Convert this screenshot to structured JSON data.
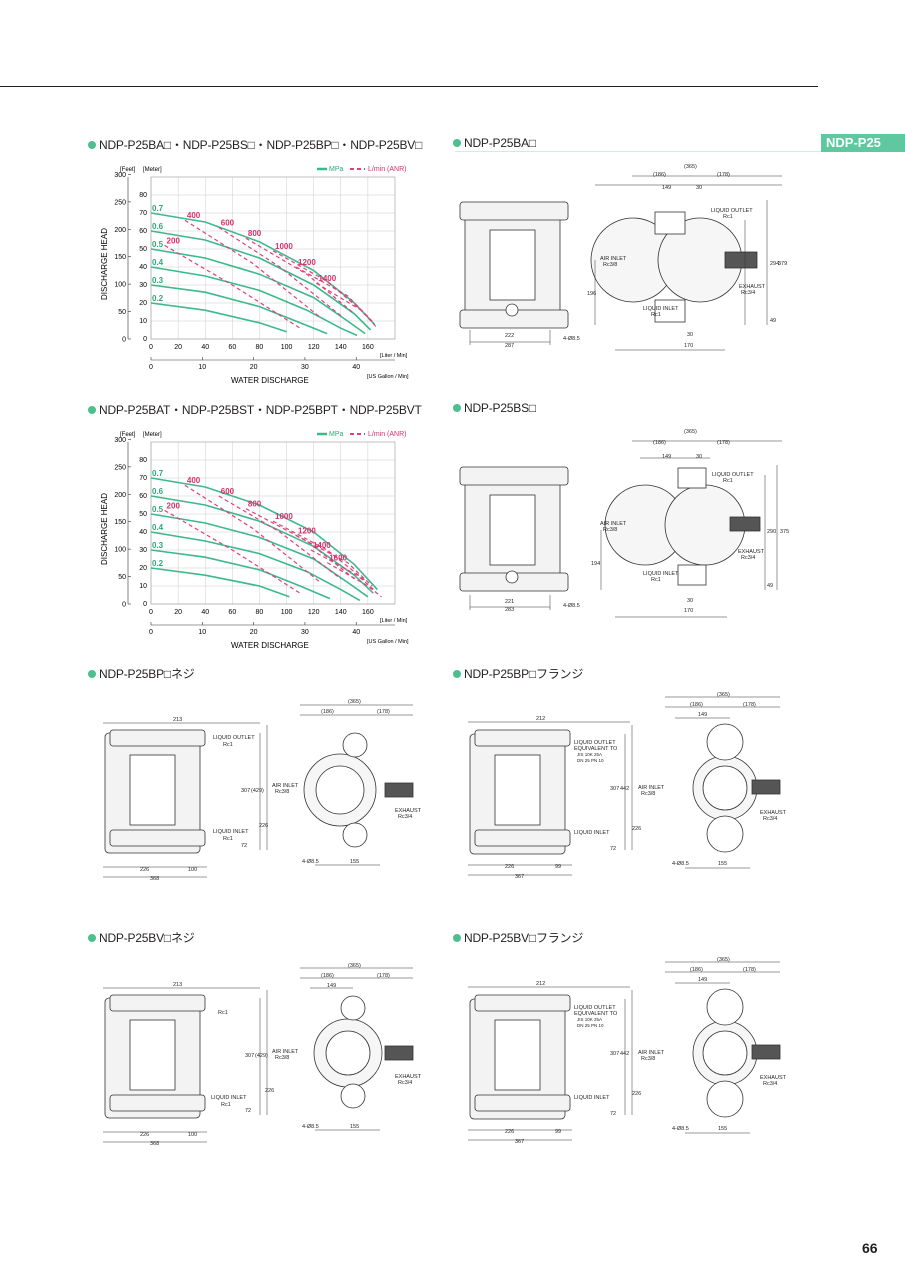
{
  "header": {
    "tab_label": "NDP-P25"
  },
  "sections": {
    "s1": "NDP-P25BA□・NDP-P25BS□・NDP-P25BP□・NDP-P25BV□",
    "s2": "NDP-P25BA□",
    "s3": "NDP-P25BAT・NDP-P25BST・NDP-P25BPT・NDP-P25BVT",
    "s4": "NDP-P25BS□",
    "s5": "NDP-P25BP□ネジ",
    "s6": "NDP-P25BP□フランジ",
    "s7": "NDP-P25BV□ネジ",
    "s8": "NDP-P25BV□フランジ"
  },
  "legend": {
    "mpa": "MPa",
    "lmin": "L/min (ANR)"
  },
  "axes": {
    "feet": "[Feet]",
    "meter": "[Meter]",
    "ylabel": "DISCHARGE HEAD",
    "xlabel": "WATER DISCHARGE",
    "lpm_unit": "[Liter / Min]",
    "gpm_unit": "[US Gallon / Min]"
  },
  "colors": {
    "mpa_line": "#3cb98a",
    "air_line": "#e0407a",
    "mpa_text": "#2fa878",
    "air_text": "#d8306e"
  },
  "chart_data": [
    {
      "type": "line",
      "feet_ticks": [
        0,
        50,
        100,
        150,
        200,
        250,
        300
      ],
      "meter_ticks": [
        0,
        10,
        20,
        30,
        40,
        50,
        60,
        70,
        80
      ],
      "lpm_ticks": [
        0,
        20,
        40,
        60,
        80,
        100,
        120,
        140,
        160
      ],
      "gpm_ticks": [
        0,
        10,
        20,
        30,
        40
      ],
      "xlim": [
        0,
        180
      ],
      "ylim": [
        0,
        90
      ],
      "mpa_series": [
        {
          "name": "0.7",
          "x": [
            0,
            40,
            80,
            120,
            150,
            165
          ],
          "y": [
            70,
            65,
            54,
            38,
            20,
            8
          ]
        },
        {
          "name": "0.6",
          "x": [
            0,
            40,
            80,
            120,
            150,
            162
          ],
          "y": [
            60,
            55,
            45,
            30,
            14,
            5
          ]
        },
        {
          "name": "0.5",
          "x": [
            0,
            40,
            80,
            120,
            145,
            158
          ],
          "y": [
            50,
            45,
            36,
            23,
            10,
            3
          ]
        },
        {
          "name": "0.4",
          "x": [
            0,
            40,
            80,
            115,
            140,
            152
          ],
          "y": [
            40,
            35,
            27,
            16,
            6,
            2
          ]
        },
        {
          "name": "0.3",
          "x": [
            0,
            40,
            80,
            110,
            130
          ],
          "y": [
            30,
            26,
            18,
            9,
            3
          ]
        },
        {
          "name": "0.2",
          "x": [
            0,
            40,
            80,
            100
          ],
          "y": [
            20,
            16,
            9,
            4
          ]
        }
      ],
      "air_series": [
        {
          "name": "200",
          "x": [
            10,
            60,
            110
          ],
          "y": [
            52,
            30,
            6
          ]
        },
        {
          "name": "400",
          "x": [
            25,
            75,
            125
          ],
          "y": [
            66,
            42,
            12
          ]
        },
        {
          "name": "600",
          "x": [
            50,
            95,
            140
          ],
          "y": [
            62,
            40,
            13
          ]
        },
        {
          "name": "800",
          "x": [
            70,
            115,
            150
          ],
          "y": [
            56,
            36,
            14
          ]
        },
        {
          "name": "1000",
          "x": [
            90,
            130,
            158
          ],
          "y": [
            49,
            32,
            14
          ]
        },
        {
          "name": "1200",
          "x": [
            107,
            145,
            163
          ],
          "y": [
            40,
            24,
            10
          ]
        },
        {
          "name": "1400",
          "x": [
            122,
            155,
            167
          ],
          "y": [
            31,
            16,
            6
          ]
        }
      ]
    },
    {
      "type": "line",
      "feet_ticks": [
        0,
        50,
        100,
        150,
        200,
        250,
        300
      ],
      "meter_ticks": [
        0,
        10,
        20,
        30,
        40,
        50,
        60,
        70,
        80
      ],
      "lpm_ticks": [
        0,
        20,
        40,
        60,
        80,
        100,
        120,
        140,
        160
      ],
      "gpm_ticks": [
        0,
        10,
        20,
        30,
        40
      ],
      "xlim": [
        0,
        180
      ],
      "ylim": [
        0,
        90
      ],
      "mpa_series": [
        {
          "name": "0.7",
          "x": [
            0,
            40,
            80,
            120,
            150,
            167
          ],
          "y": [
            70,
            65,
            55,
            40,
            22,
            8
          ]
        },
        {
          "name": "0.6",
          "x": [
            0,
            40,
            80,
            120,
            150,
            164
          ],
          "y": [
            60,
            55,
            46,
            32,
            16,
            6
          ]
        },
        {
          "name": "0.5",
          "x": [
            0,
            40,
            80,
            120,
            145,
            160
          ],
          "y": [
            50,
            45,
            37,
            25,
            12,
            4
          ]
        },
        {
          "name": "0.4",
          "x": [
            0,
            40,
            80,
            115,
            140,
            154
          ],
          "y": [
            40,
            35,
            28,
            18,
            8,
            2
          ]
        },
        {
          "name": "0.3",
          "x": [
            0,
            40,
            80,
            110,
            132
          ],
          "y": [
            30,
            26,
            19,
            10,
            3
          ]
        },
        {
          "name": "0.2",
          "x": [
            0,
            40,
            80,
            102
          ],
          "y": [
            20,
            16,
            10,
            4
          ]
        }
      ],
      "air_series": [
        {
          "name": "200",
          "x": [
            10,
            60,
            110
          ],
          "y": [
            52,
            30,
            6
          ]
        },
        {
          "name": "400",
          "x": [
            25,
            75,
            125
          ],
          "y": [
            66,
            42,
            12
          ]
        },
        {
          "name": "600",
          "x": [
            50,
            95,
            140
          ],
          "y": [
            60,
            40,
            14
          ]
        },
        {
          "name": "800",
          "x": [
            70,
            115,
            150
          ],
          "y": [
            53,
            35,
            14
          ]
        },
        {
          "name": "1000",
          "x": [
            90,
            130,
            158
          ],
          "y": [
            46,
            30,
            13
          ]
        },
        {
          "name": "1200",
          "x": [
            107,
            145,
            163
          ],
          "y": [
            38,
            23,
            10
          ]
        },
        {
          "name": "1400",
          "x": [
            118,
            152,
            166
          ],
          "y": [
            30,
            16,
            7
          ]
        },
        {
          "name": "1600",
          "x": [
            130,
            160,
            170
          ],
          "y": [
            23,
            10,
            4
          ]
        }
      ]
    }
  ],
  "drawings": {
    "d1": {
      "d365": "(365)",
      "d186": "(186)",
      "d178": "(178)",
      "d149": "149",
      "d30": "30",
      "outlet": "LIQUID OUTLET",
      "outlet_rc": "Rc1",
      "air": "AIR INLET",
      "air_rc": "Rc3/8",
      "exhaust": "EXHAUST",
      "exhaust_rc": "Rc3/4",
      "inlet": "LIQUID INLET",
      "inlet_rc": "Rc1",
      "h294": "294",
      "h379": "379",
      "h196": "196",
      "h49": "49",
      "b30": "30",
      "b170": "170",
      "w222": "222",
      "w287": "287",
      "hole": "4-Ø8.5"
    },
    "d2": {
      "d365": "(365)",
      "d186": "(186)",
      "d178": "(178)",
      "d149": "149",
      "d30": "30",
      "outlet": "LIQUID OUTLET",
      "outlet_rc": "Rc1",
      "air": "AIR INLET",
      "air_rc": "Rc3/8",
      "exhaust": "EXHAUST",
      "exhaust_rc": "Rc3/4",
      "inlet": "LIQUID INLET",
      "inlet_rc": "Rc1",
      "h290": "290",
      "h375": "375",
      "h194": "194",
      "h49": "49",
      "b30": "30",
      "b170": "170",
      "w221": "221",
      "w283": "283",
      "hole": "4-Ø8.5"
    },
    "d3": {
      "w213": "213",
      "outlet": "LIQUID OUTLET",
      "outlet_rc": "Rc1",
      "inlet": "LIQUID INLET",
      "inlet_rc": "Rc1",
      "h307": "307",
      "h429": "(429)",
      "h226": "226",
      "h72": "72",
      "w226": "226",
      "w100": "100",
      "w368": "368",
      "d365": "(365)",
      "d186": "(186)",
      "d178": "(178)",
      "air": "AIR INLET",
      "air_rc": "Rc3/8",
      "exhaust": "EXHAUST",
      "exhaust_rc": "Rc3/4",
      "hole": "4-Ø8.5",
      "w155": "155"
    },
    "d4": {
      "w212": "212",
      "outlet": "LIQUID OUTLET",
      "eq": "EQUIVALENT TO",
      "jis": "JIS 10K 25A",
      "dn": "DN 25 PN 10",
      "inlet": "LIQUID INLET",
      "h307": "307",
      "h442": "442",
      "h226": "226",
      "h72": "72",
      "w226": "226",
      "w99": "99",
      "w367": "367",
      "d365": "(365)",
      "d186": "(186)",
      "d178": "(178)",
      "d149": "149",
      "air": "AIR INLET",
      "air_rc": "Rc3/8",
      "exhaust": "EXHAUST",
      "exhaust_rc": "Rc3/4",
      "hole": "4-Ø8.5",
      "w155": "155"
    },
    "d5": {
      "w213": "213",
      "rc1": "Rc1",
      "inlet": "LIQUID INLET",
      "inlet_rc": "Rc1",
      "h307": "307",
      "h429": "(429)",
      "h226": "226",
      "h72": "72",
      "w226": "226",
      "w100": "100",
      "w368": "368",
      "d365": "(365)",
      "d186": "(186)",
      "d178": "(178)",
      "d149": "149",
      "air": "AIR INLET",
      "air_rc": "Rc3/8",
      "exhaust": "EXHAUST",
      "exhaust_rc": "Rc3/4",
      "hole": "4-Ø8.5",
      "w155": "155"
    },
    "d6": {
      "w212": "212",
      "outlet": "LIQUID OUTLET",
      "eq": "EQUIVALENT TO",
      "jis": "JIS 10K 25A",
      "dn": "DN 25 PN 10",
      "inlet": "LIQUID INLET",
      "h307": "307",
      "h442": "442",
      "h226": "226",
      "h72": "72",
      "w226": "226",
      "w99": "99",
      "w367": "367",
      "d365": "(365)",
      "d186": "(186)",
      "d178": "(178)",
      "d149": "149",
      "air": "AIR INLET",
      "air_rc": "Rc3/8",
      "exhaust": "EXHAUST",
      "exhaust_rc": "Rc3/4",
      "hole": "4-Ø8.5",
      "w155": "155"
    }
  },
  "page_number": "66"
}
